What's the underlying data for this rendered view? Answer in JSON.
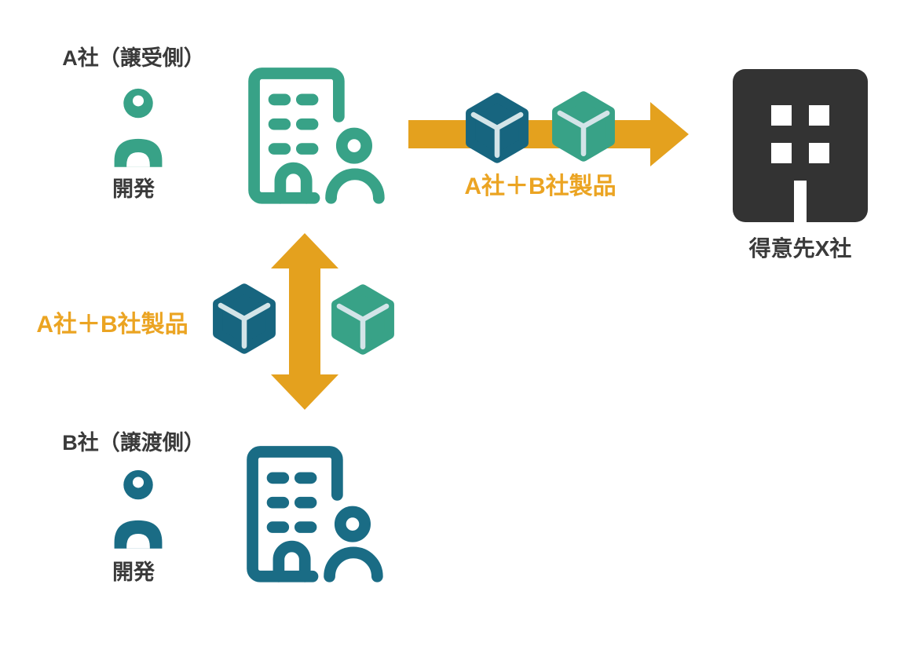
{
  "diagram": {
    "background_color": "#FFFFFF",
    "colors": {
      "company_a_teal": "#38A287",
      "company_b_blue": "#1A6C85",
      "cube_blue": "#17657F",
      "cube_green": "#38A287",
      "cube_edge_light": "#D3E4E8",
      "arrow_orange": "#E4A11E",
      "flow_label_orange": "#EBA422",
      "customer_dark": "#333333",
      "text_dark": "#3A3A3A"
    },
    "company_a": {
      "title": "A社（譲受側）",
      "role": "開発"
    },
    "company_b": {
      "title": "B社（譲渡側）",
      "role": "開発"
    },
    "customer": {
      "name": "得意先X社"
    },
    "flows": {
      "to_customer": {
        "label": "A社＋B社製品",
        "direction": "left-to-right",
        "cargo": [
          "blue-product-cube",
          "green-product-cube"
        ]
      },
      "between_companies": {
        "label": "A社＋B社製品",
        "direction": "bidirectional-vertical",
        "cargo": [
          "blue-product-cube",
          "green-product-cube"
        ]
      }
    },
    "icons": {
      "person": "person-icon",
      "office_building_with_person": "office-building-person-icon",
      "product_cube": "product-cube-icon",
      "right_arrow": "right-arrow-icon",
      "double_vertical_arrow": "double-vertical-arrow-icon",
      "customer_building": "customer-building-icon"
    }
  }
}
